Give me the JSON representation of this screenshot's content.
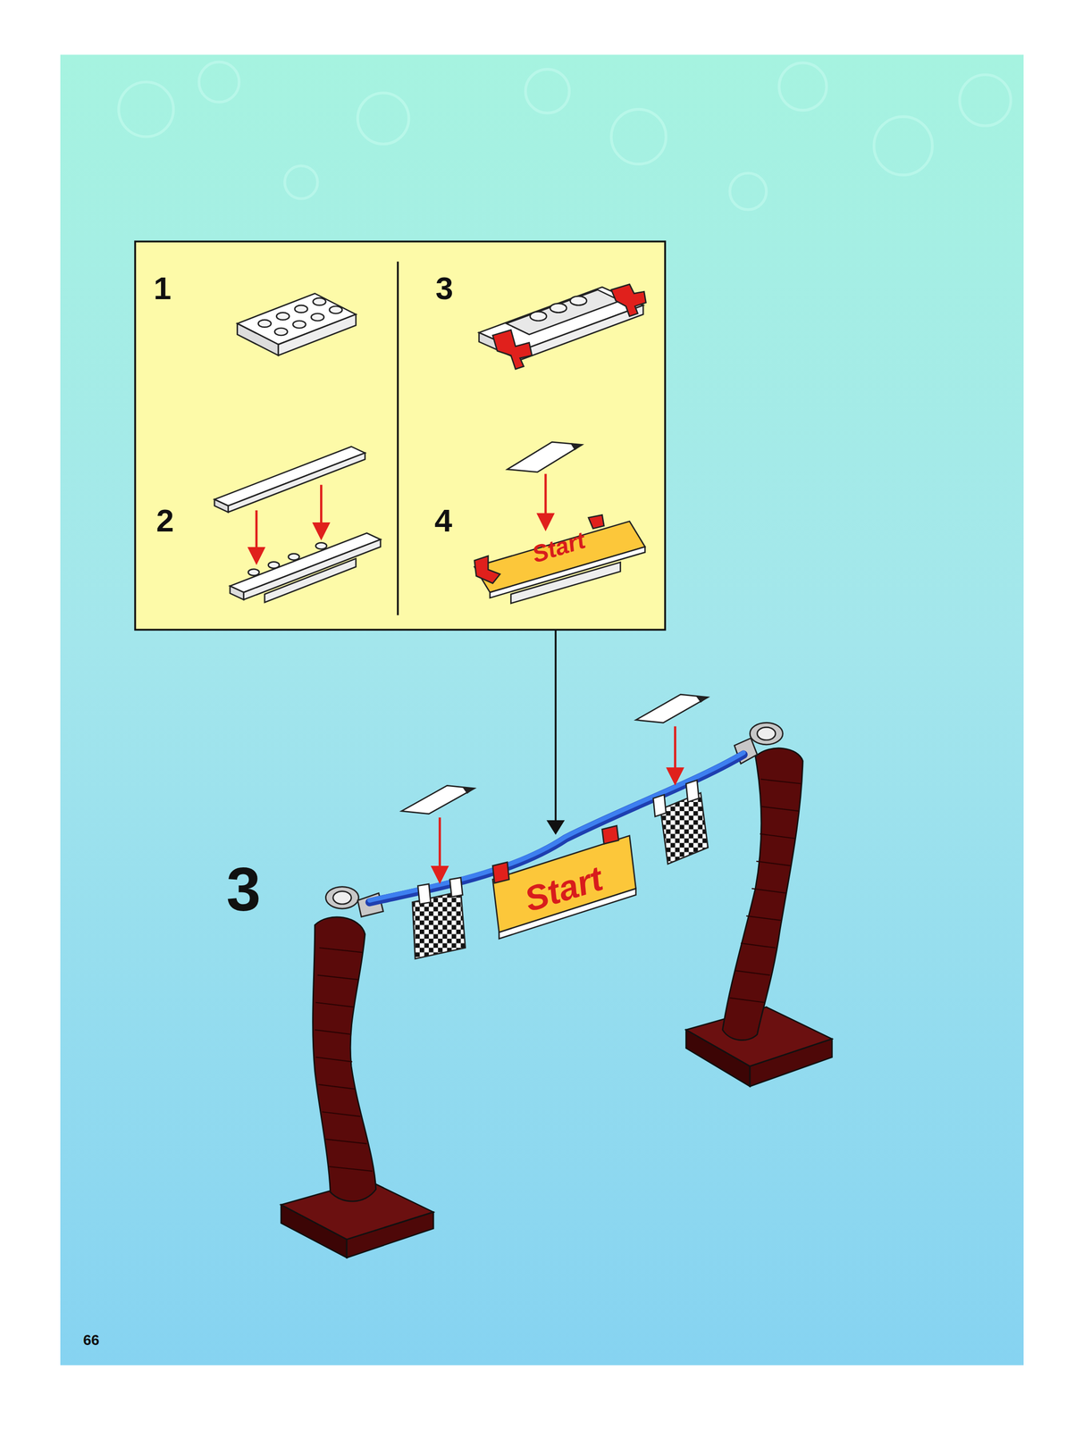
{
  "diagram": {
    "labels": [
      "1",
      "3",
      "2",
      "4",
      "Start",
      "3",
      "Start",
      "66"
    ]
  }
}
